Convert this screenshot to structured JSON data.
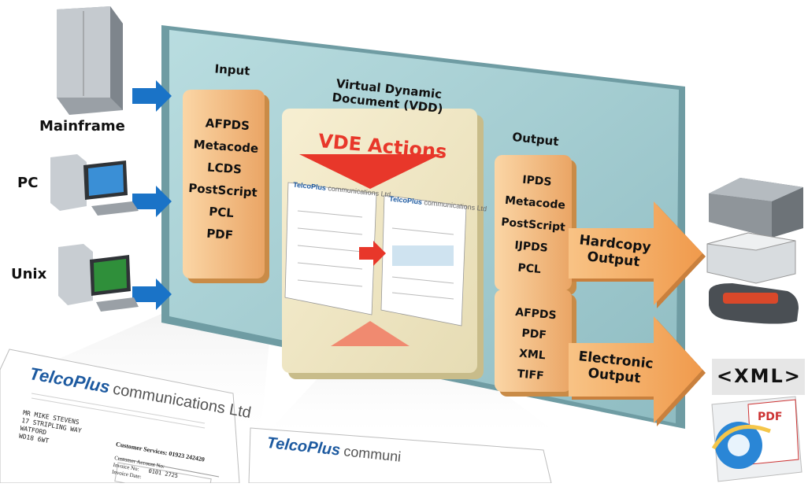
{
  "sources": {
    "mainframe": "Mainframe",
    "pc": "PC",
    "unix": "Unix"
  },
  "input": {
    "title": "Input",
    "formats": [
      "AFPDS",
      "Metacode",
      "LCDS",
      "PostScript",
      "PCL",
      "PDF"
    ]
  },
  "vdd": {
    "title_line1": "Virtual Dynamic",
    "title_line2": "Document (VDD)",
    "actions": "VDE Actions"
  },
  "output": {
    "title": "Output",
    "hardcopy_formats": [
      "IPDS",
      "Metacode",
      "PostScript",
      "IJPDS",
      "PCL"
    ],
    "electronic_formats": [
      "AFPDS",
      "PDF",
      "XML",
      "TIFF"
    ],
    "hardcopy_label_line1": "Hardcopy",
    "hardcopy_label_line2": "Output",
    "electronic_label_line1": "Electronic",
    "electronic_label_line2": "Output"
  },
  "outputs_icons": {
    "xml": "<XML>",
    "pdf": "PDF"
  },
  "document": {
    "brand_telco": "Telco",
    "brand_plus": "Plus",
    "brand_rest": "communications Ltd",
    "address_lines": [
      "MR MIKE STEVENS",
      "17 STRIPLING WAY",
      "WATFORD",
      "WD18 6WT"
    ],
    "customer_services": "Customer Services: 01923 242420",
    "account_label": "Customer Account No:",
    "invoice_label": "Invoice No:",
    "invoice_value": "0101 2725",
    "invoice_date_label": "Invoice Date:",
    "brand_rest_2": "communi"
  },
  "colors": {
    "panel": "#9ec7cc",
    "box": "#f2b978",
    "arrow_blue": "#1a73c7",
    "arrow_orange": "#f3a85b",
    "actions_red": "#e8372a"
  }
}
